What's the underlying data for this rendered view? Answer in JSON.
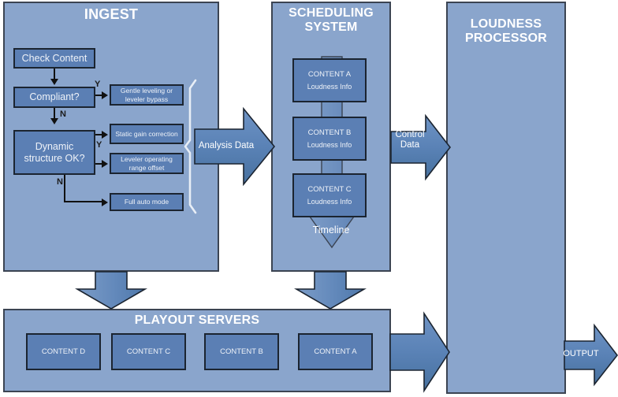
{
  "diagram": {
    "title_hidden": "Loudness workflow block diagram",
    "colors": {
      "panel_fill": "#8aa5cc",
      "node_fill": "#5b7fb4",
      "arrow_fill": "#5c84bb",
      "arrow_fill_dark": "#4a77ae",
      "outline": "#1b2430",
      "panel_outline": "#3b4452",
      "label_text": "#ffffff",
      "bracket": "#e8eef6"
    }
  },
  "panels": {
    "ingest": {
      "title": "INGEST"
    },
    "scheduling": {
      "title": "SCHEDULING SYSTEM"
    },
    "loudness": {
      "title": "LOUDNESS PROCESSOR"
    },
    "playout": {
      "title": "PLAYOUT SERVERS"
    }
  },
  "ingest_flow": {
    "nodes": [
      {
        "id": "check-content",
        "label": "Check Content"
      },
      {
        "id": "compliant",
        "label": "Compliant?"
      },
      {
        "id": "dynamic",
        "label": "Dynamic structure OK?"
      },
      {
        "id": "gentle-leveling",
        "label": "Gentle leveling or leveler bypass"
      },
      {
        "id": "static-gain",
        "label": "Static gain correction"
      },
      {
        "id": "leveler-offset",
        "label": "Leveler operating range offset"
      },
      {
        "id": "full-auto",
        "label": "Full auto mode"
      }
    ],
    "branch_flags": [
      {
        "id": "compliant-yes",
        "label": "Y"
      },
      {
        "id": "compliant-no",
        "label": "N"
      },
      {
        "id": "dynamic-yes",
        "label": "Y"
      },
      {
        "id": "dynamic-no",
        "label": "N"
      }
    ]
  },
  "scheduling_items": [
    {
      "id": "content-a",
      "title": "CONTENT A",
      "subtitle": "Loudness Info"
    },
    {
      "id": "content-b",
      "title": "CONTENT B",
      "subtitle": "Loudness Info"
    },
    {
      "id": "content-c",
      "title": "CONTENT C",
      "subtitle": "Loudness Info"
    }
  ],
  "scheduling_timeline_label": "Timeline",
  "playout_items": [
    {
      "id": "playout-content-d",
      "label": "CONTENT D"
    },
    {
      "id": "playout-content-c",
      "label": "CONTENT C"
    },
    {
      "id": "playout-content-b",
      "label": "CONTENT B"
    },
    {
      "id": "playout-content-a",
      "label": "CONTENT A"
    }
  ],
  "flow_arrows": {
    "analysis_data": "Analysis Data",
    "control_data": "Control Data",
    "output": "OUTPUT"
  }
}
